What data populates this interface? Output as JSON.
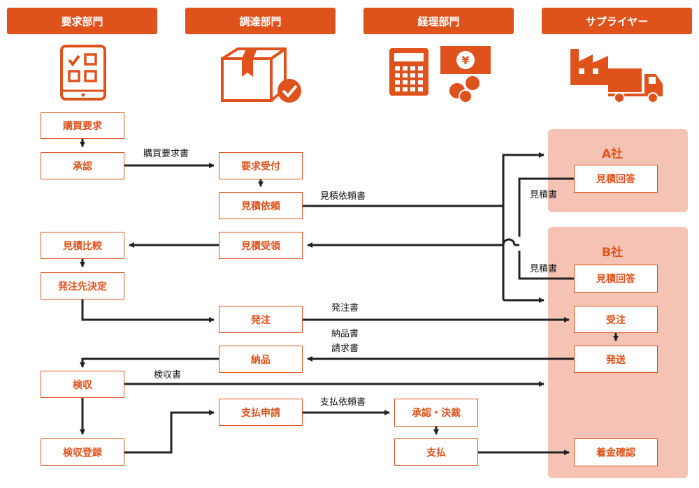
{
  "headers": {
    "requester": "要求部門",
    "procurement": "調達部門",
    "accounting": "経理部門",
    "supplier": "サプライヤー"
  },
  "suppliers": {
    "a": "A社",
    "b": "B社"
  },
  "steps": {
    "purchase_request": "購買要求",
    "approve": "承認",
    "request_received": "要求受付",
    "quote_request": "見積依頼",
    "quote_compare": "見積比較",
    "quote_received": "見積受領",
    "vendor_decision": "発注先決定",
    "order": "発注",
    "delivery": "納品",
    "inspection": "検収",
    "inspection_register": "検収登録",
    "payment_application": "支払申請",
    "approval_decision": "承認・決裁",
    "payment": "支払",
    "a_quote_reply": "見積回答",
    "b_quote_reply": "見積回答",
    "order_received": "受注",
    "shipping": "発送",
    "payment_confirm": "着金確認"
  },
  "documents": {
    "purchase_request_doc": "購買要求書",
    "quote_request_doc": "見積依頼書",
    "quote_doc_a": "見積書",
    "quote_doc_b": "見積書",
    "order_doc": "発注書",
    "delivery_doc": "納品書",
    "invoice_doc": "請求書",
    "inspection_doc": "検収書",
    "payment_request_doc": "支払依頼書"
  },
  "colors": {
    "accent": "#e0521b",
    "panel": "#f5c3b3",
    "line": "#222222"
  },
  "icons": [
    "tablet-checklist-icon",
    "box-check-icon",
    "calculator-icon",
    "yen-bill-icon",
    "factory-icon",
    "truck-icon"
  ]
}
